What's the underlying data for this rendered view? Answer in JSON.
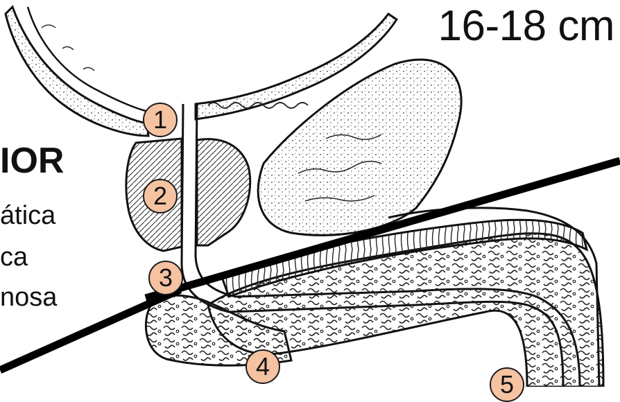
{
  "measurement_label": "16-18 cm",
  "heading_fragment": "IOR",
  "list_fragments": [
    "ática",
    "ca",
    "nosa"
  ],
  "markers": [
    "1",
    "2",
    "3",
    "4",
    "5"
  ],
  "colors": {
    "marker_fill": "#f5c2a2",
    "line": "#111111",
    "background": "#ffffff"
  }
}
